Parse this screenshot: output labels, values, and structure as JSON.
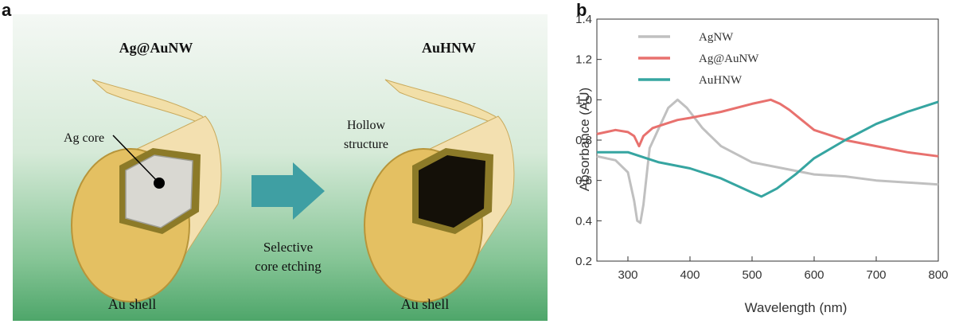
{
  "panels": {
    "a": "a",
    "b": "b"
  },
  "schematic": {
    "left_title": "Ag@AuNW",
    "right_title": "AuHNW",
    "core_label": "Ag core",
    "hollow_label_line1": "Hollow",
    "hollow_label_line2": "structure",
    "arrow_label_line1": "Selective",
    "arrow_label_line2": "core etching",
    "shell_label_left": "Au shell",
    "shell_label_right": "Au shell",
    "colors": {
      "gold": "#e6c463",
      "gold_dark": "#b7953a",
      "arrow": "#3f9fa3"
    }
  },
  "chart_data": {
    "type": "line",
    "xlabel": "Wavelength (nm)",
    "ylabel": "Absorbance (AU)",
    "xlim": [
      250,
      800
    ],
    "ylim": [
      0.2,
      1.4
    ],
    "xticks": [
      300,
      400,
      500,
      600,
      700,
      800
    ],
    "yticks": [
      0.2,
      0.4,
      0.6,
      0.8,
      1.0,
      1.2,
      1.4
    ],
    "legend_position": "top-left",
    "grid": false,
    "series": [
      {
        "name": "AgNW",
        "color": "#c0c0c0",
        "x": [
          250,
          280,
          300,
          310,
          315,
          320,
          325,
          335,
          350,
          365,
          380,
          395,
          420,
          450,
          500,
          550,
          600,
          650,
          700,
          750,
          800
        ],
        "y": [
          0.72,
          0.7,
          0.64,
          0.5,
          0.4,
          0.39,
          0.48,
          0.76,
          0.86,
          0.96,
          1.0,
          0.96,
          0.86,
          0.77,
          0.69,
          0.66,
          0.63,
          0.62,
          0.6,
          0.59,
          0.58
        ]
      },
      {
        "name": "Ag@AuNW",
        "color": "#e8716e",
        "x": [
          250,
          280,
          300,
          310,
          318,
          325,
          340,
          360,
          380,
          400,
          450,
          500,
          530,
          545,
          560,
          580,
          600,
          650,
          700,
          750,
          800
        ],
        "y": [
          0.83,
          0.85,
          0.84,
          0.82,
          0.77,
          0.82,
          0.86,
          0.88,
          0.9,
          0.91,
          0.94,
          0.98,
          1.0,
          0.98,
          0.95,
          0.9,
          0.85,
          0.8,
          0.77,
          0.74,
          0.72
        ]
      },
      {
        "name": "AuHNW",
        "color": "#36a5a1",
        "x": [
          250,
          280,
          300,
          320,
          350,
          400,
          450,
          500,
          515,
          540,
          570,
          600,
          650,
          700,
          750,
          800
        ],
        "y": [
          0.74,
          0.74,
          0.74,
          0.72,
          0.69,
          0.66,
          0.61,
          0.54,
          0.52,
          0.56,
          0.63,
          0.71,
          0.8,
          0.88,
          0.94,
          0.99
        ]
      }
    ]
  }
}
